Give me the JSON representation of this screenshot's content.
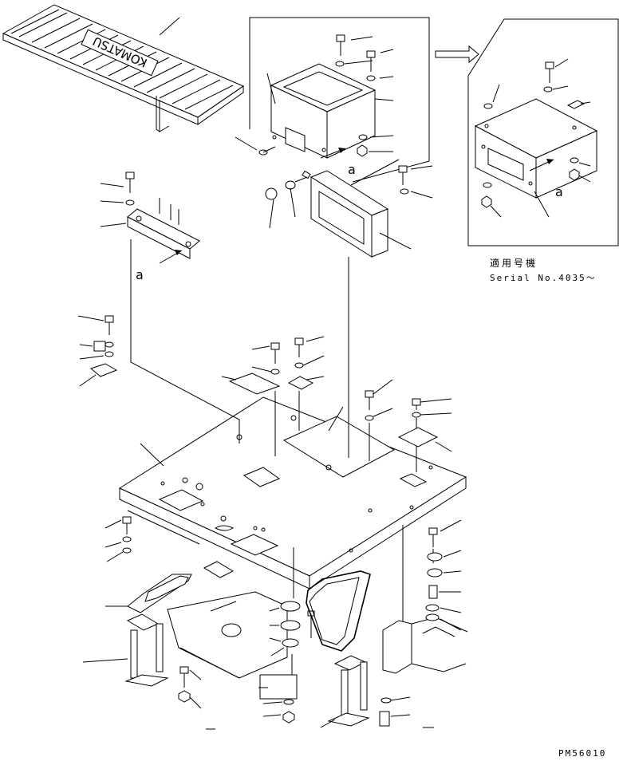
{
  "diagram": {
    "brand_on_plate": "KOMATSU",
    "detail_marker": "a",
    "detail_box": {
      "caption_line1": "適用号機",
      "caption_line2": "Serial No.4035～"
    },
    "drawing_code": "PM56010"
  }
}
